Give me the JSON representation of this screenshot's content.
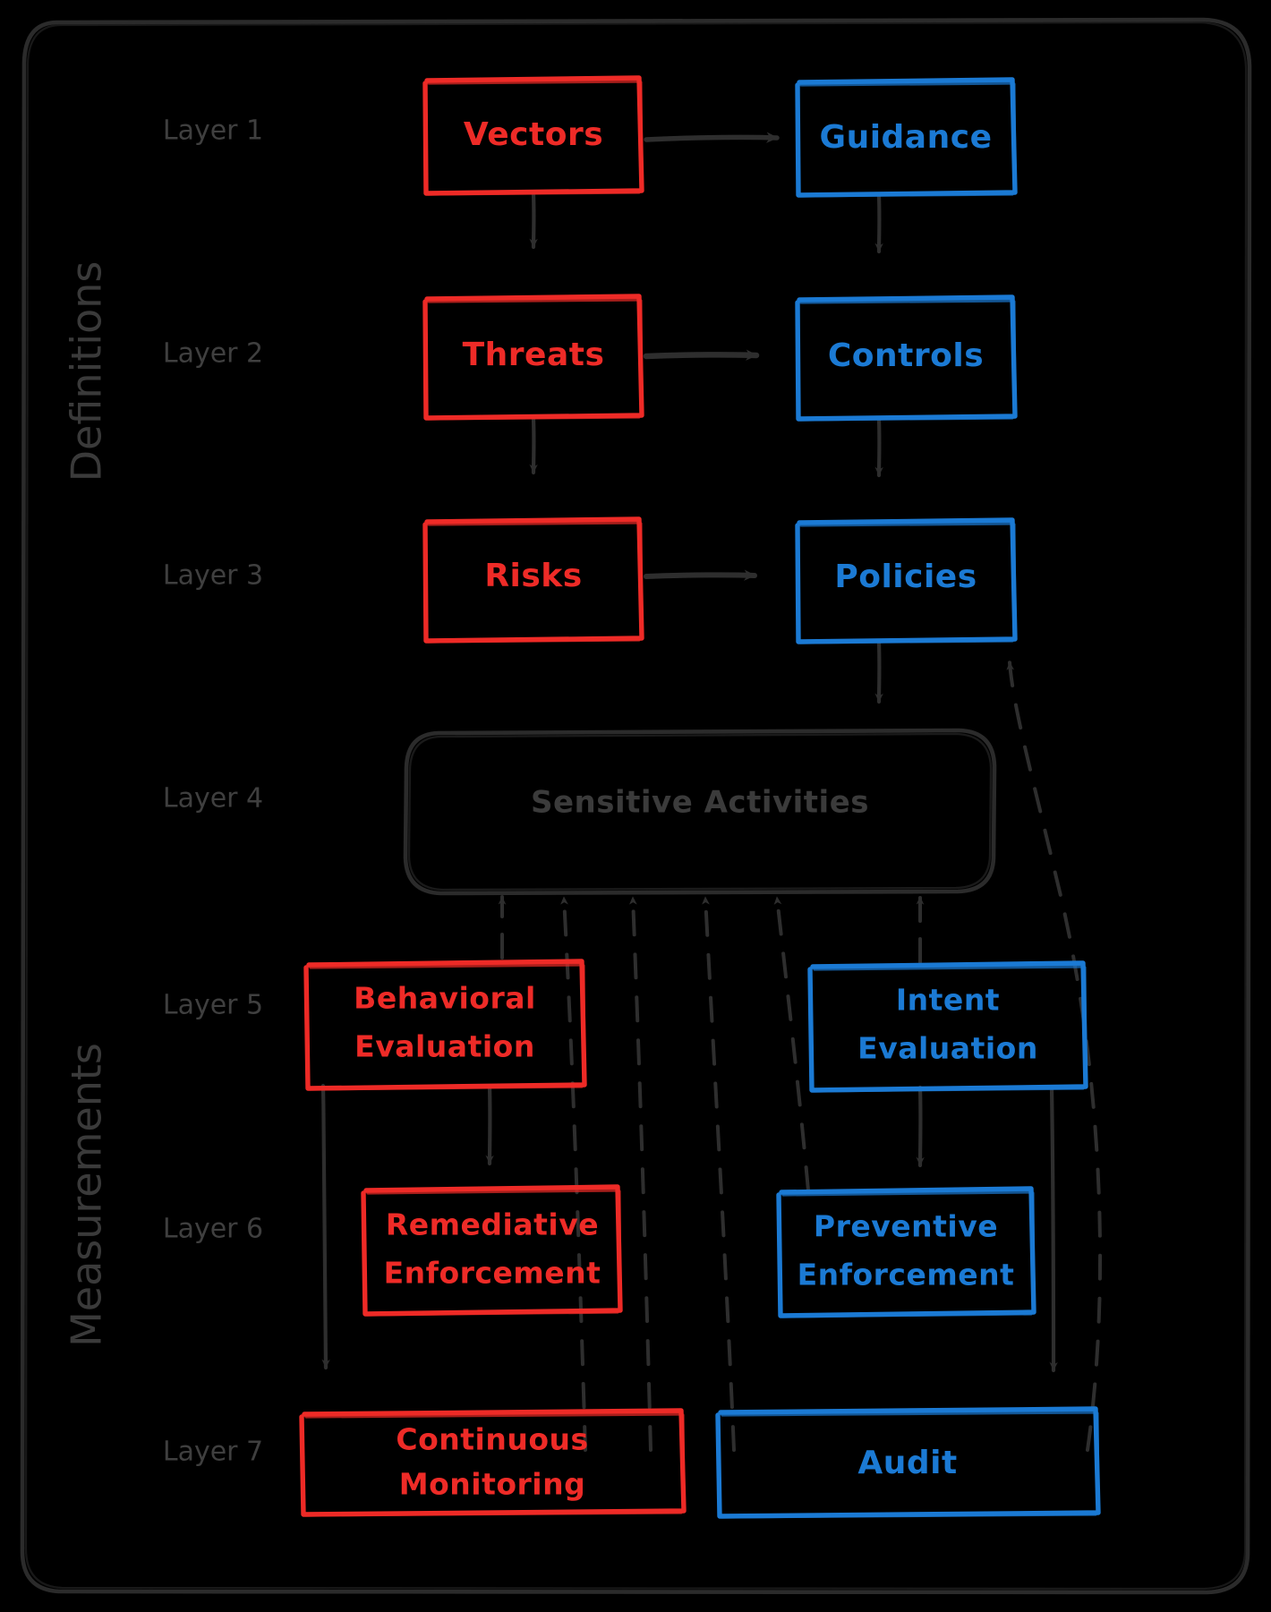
{
  "diagram": {
    "title_hidden": "",
    "colors": {
      "background": "#000000",
      "red": "#ee2b27",
      "blue": "#1b7ad4",
      "gray": "#3b3b3b",
      "layer_label": "#3f3f3f",
      "section_label": "#3a3a3a"
    },
    "sections": [
      {
        "id": "definitions",
        "label": "Definitions"
      },
      {
        "id": "measurements",
        "label": "Measurements"
      }
    ],
    "layers": [
      {
        "id": "layer-1",
        "label": "Layer 1"
      },
      {
        "id": "layer-2",
        "label": "Layer 2"
      },
      {
        "id": "layer-3",
        "label": "Layer 3"
      },
      {
        "id": "layer-4",
        "label": "Layer 4"
      },
      {
        "id": "layer-5",
        "label": "Layer 5"
      },
      {
        "id": "layer-6",
        "label": "Layer 6"
      },
      {
        "id": "layer-7",
        "label": "Layer 7"
      }
    ],
    "nodes": [
      {
        "id": "vectors",
        "label": "Vectors",
        "line1": "Vectors",
        "line2": "",
        "color": "red",
        "layer": "Layer 1"
      },
      {
        "id": "guidance",
        "label": "Guidance",
        "line1": "Guidance",
        "line2": "",
        "color": "blue",
        "layer": "Layer 1"
      },
      {
        "id": "threats",
        "label": "Threats",
        "line1": "Threats",
        "line2": "",
        "color": "red",
        "layer": "Layer 2"
      },
      {
        "id": "controls",
        "label": "Controls",
        "line1": "Controls",
        "line2": "",
        "color": "blue",
        "layer": "Layer 2"
      },
      {
        "id": "risks",
        "label": "Risks",
        "line1": "Risks",
        "line2": "",
        "color": "red",
        "layer": "Layer 3"
      },
      {
        "id": "policies",
        "label": "Policies",
        "line1": "Policies",
        "line2": "",
        "color": "blue",
        "layer": "Layer 3"
      },
      {
        "id": "sensitive-activities",
        "label": "Sensitive Activities",
        "line1": "Sensitive Activities",
        "line2": "",
        "color": "gray",
        "layer": "Layer 4"
      },
      {
        "id": "behavioral-evaluation",
        "label": "Behavioral Evaluation",
        "line1": "Behavioral",
        "line2": "Evaluation",
        "color": "red",
        "layer": "Layer 5"
      },
      {
        "id": "intent-evaluation",
        "label": "Intent Evaluation",
        "line1": "Intent",
        "line2": "Evaluation",
        "color": "blue",
        "layer": "Layer 5"
      },
      {
        "id": "remediative-enforcement",
        "label": "Remediative Enforcement",
        "line1": "Remediative",
        "line2": "Enforcement",
        "color": "red",
        "layer": "Layer 6"
      },
      {
        "id": "preventive-enforcement",
        "label": "Preventive Enforcement",
        "line1": "Preventive",
        "line2": "Enforcement",
        "color": "blue",
        "layer": "Layer 6"
      },
      {
        "id": "continuous-monitoring",
        "label": "Continuous Monitoring",
        "line1": "Continuous",
        "line2": "Monitoring",
        "color": "red",
        "layer": "Layer 7"
      },
      {
        "id": "audit",
        "label": "Audit",
        "line1": "Audit",
        "line2": "",
        "color": "blue",
        "layer": "Layer 7"
      }
    ],
    "edges": [
      {
        "id": "vectors-to-guidance",
        "from": "vectors",
        "to": "guidance",
        "style": "solid",
        "direction": "right"
      },
      {
        "id": "vectors-to-threats",
        "from": "vectors",
        "to": "threats",
        "style": "solid",
        "direction": "down"
      },
      {
        "id": "guidance-to-controls",
        "from": "guidance",
        "to": "controls",
        "style": "solid",
        "direction": "down"
      },
      {
        "id": "threats-to-controls",
        "from": "threats",
        "to": "controls",
        "style": "solid",
        "direction": "right"
      },
      {
        "id": "threats-to-risks",
        "from": "threats",
        "to": "risks",
        "style": "solid",
        "direction": "down"
      },
      {
        "id": "controls-to-policies",
        "from": "controls",
        "to": "policies",
        "style": "solid",
        "direction": "down"
      },
      {
        "id": "risks-to-policies",
        "from": "risks",
        "to": "policies",
        "style": "solid",
        "direction": "right"
      },
      {
        "id": "policies-to-sensitive-activities",
        "from": "policies",
        "to": "sensitive-activities",
        "style": "solid",
        "direction": "down"
      },
      {
        "id": "behavioral-to-remediative",
        "from": "behavioral-evaluation",
        "to": "remediative-enforcement",
        "style": "solid",
        "direction": "down"
      },
      {
        "id": "behavioral-to-continuous-monitoring",
        "from": "behavioral-evaluation",
        "to": "continuous-monitoring",
        "style": "solid",
        "direction": "down"
      },
      {
        "id": "intent-to-preventive",
        "from": "intent-evaluation",
        "to": "preventive-enforcement",
        "style": "solid",
        "direction": "down"
      },
      {
        "id": "intent-to-audit",
        "from": "intent-evaluation",
        "to": "audit",
        "style": "solid",
        "direction": "down"
      },
      {
        "id": "measurements-to-sensitive-1",
        "from": "behavioral-evaluation",
        "to": "sensitive-activities",
        "style": "dashed",
        "direction": "up"
      },
      {
        "id": "measurements-to-sensitive-2",
        "from": "remediative-enforcement",
        "to": "sensitive-activities",
        "style": "dashed",
        "direction": "up"
      },
      {
        "id": "measurements-to-sensitive-3",
        "from": "continuous-monitoring",
        "to": "sensitive-activities",
        "style": "dashed",
        "direction": "up"
      },
      {
        "id": "measurements-to-sensitive-4",
        "from": "audit",
        "to": "sensitive-activities",
        "style": "dashed",
        "direction": "up"
      },
      {
        "id": "measurements-to-sensitive-5",
        "from": "preventive-enforcement",
        "to": "sensitive-activities",
        "style": "dashed",
        "direction": "up"
      },
      {
        "id": "measurements-to-sensitive-6",
        "from": "intent-evaluation",
        "to": "sensitive-activities",
        "style": "dashed",
        "direction": "up"
      },
      {
        "id": "audit-to-policies",
        "from": "audit",
        "to": "policies",
        "style": "dashed",
        "direction": "up"
      }
    ]
  }
}
